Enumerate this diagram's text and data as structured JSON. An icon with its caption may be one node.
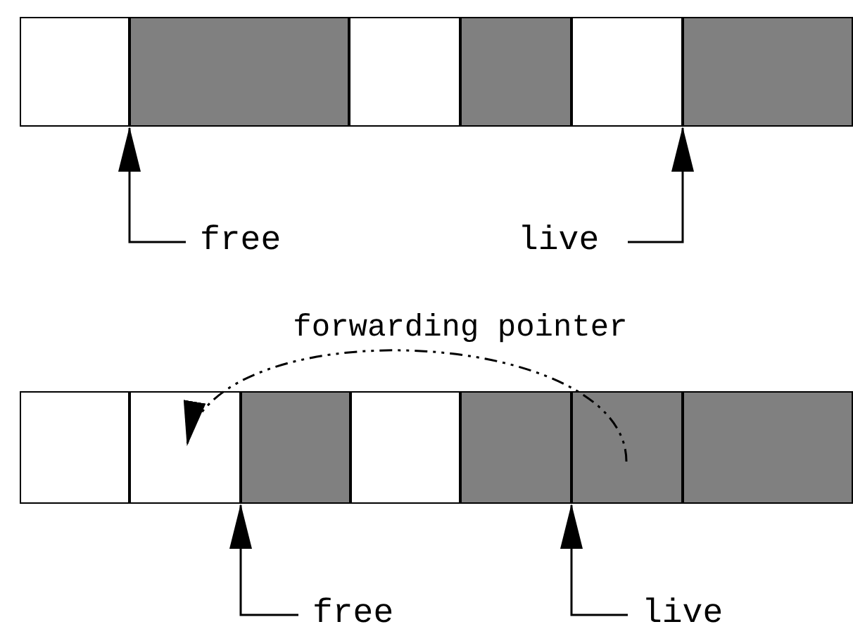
{
  "diagram": {
    "nodes": [
      {
        "text": [],
        "shape": "box"
      },
      {
        "text": [],
        "shape": "box"
      },
      {
        "text": [],
        "shape": "box"
      },
      {
        "text": [],
        "shape": "box"
      },
      {
        "text": [],
        "shape": "box"
      },
      {
        "text": [],
        "shape": "box"
      },
      {
        "text": [
          "free"
        ]
      },
      {
        "text": [
          "live"
        ]
      },
      {
        "text": [],
        "shape": "box"
      },
      {
        "text": [],
        "shape": "box"
      },
      {
        "text": [],
        "shape": "box"
      },
      {
        "text": [],
        "shape": "box"
      },
      {
        "text": [],
        "shape": "box"
      },
      {
        "text": [],
        "shape": "box"
      },
      {
        "text": [],
        "shape": "box"
      },
      {
        "text": [
          "free"
        ]
      },
      {
        "text": [
          "live"
        ]
      }
    ],
    "edges": [
      {
        "from": 6,
        "to": 1,
        "arrow": "to"
      },
      {
        "from": 7,
        "to": 5,
        "arrow": "to"
      },
      {
        "from": 13,
        "to": 9,
        "arrow": "to",
        "style": "dashed",
        "label": "forwarding pointer"
      },
      {
        "from": 15,
        "to": 10,
        "arrow": "to"
      },
      {
        "from": 16,
        "to": 13,
        "arrow": "to"
      }
    ]
  }
}
